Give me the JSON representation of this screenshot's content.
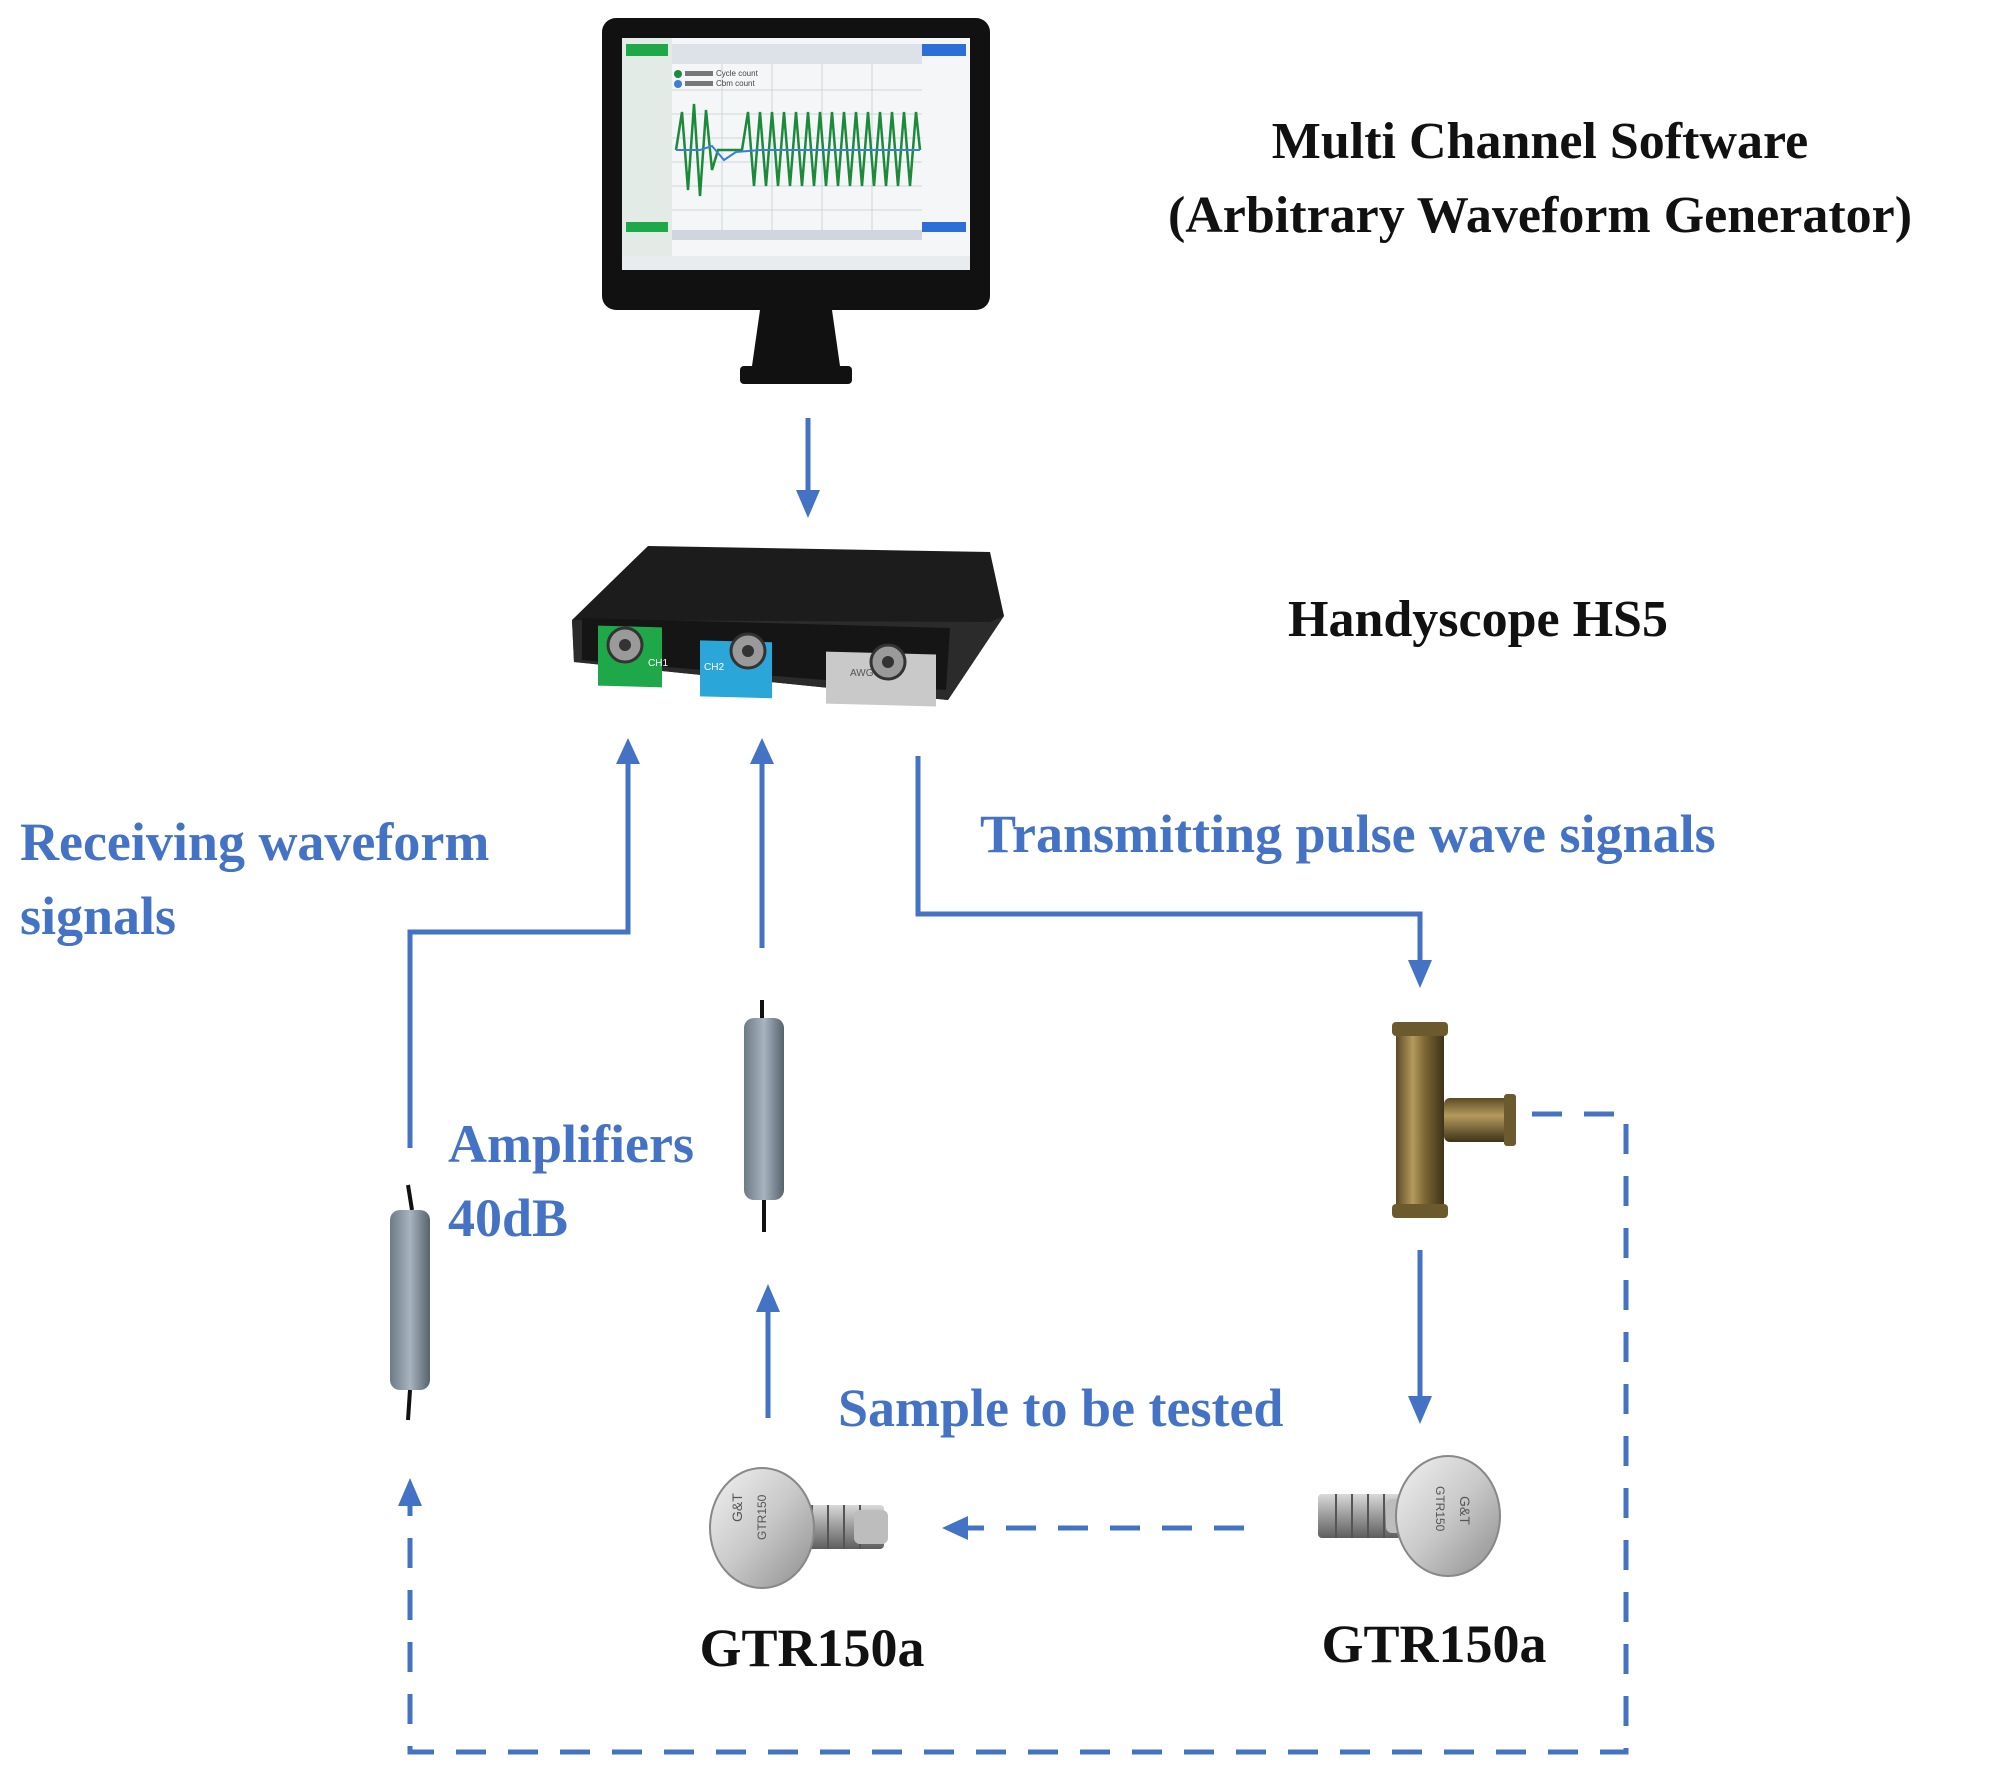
{
  "labels": {
    "software_title": "Multi Channel Software",
    "software_subtitle": "(Arbitrary Waveform Generator)",
    "scope_name": "Handyscope HS5",
    "receiving_line1": "Receiving waveform",
    "receiving_line2": "signals",
    "transmitting": "Transmitting pulse wave signals",
    "amplifiers_line1": "Amplifiers",
    "amplifiers_line2": "40dB",
    "sample": "Sample to be tested",
    "sensor_left": "GTR150a",
    "sensor_right": "GTR150a"
  },
  "device_markings": {
    "scope_ch1": "CH1",
    "scope_ch2": "CH2",
    "scope_awg": "AWG",
    "sensor_brand": "G&T",
    "sensor_model": "GTR150",
    "screen_legend_1": "Cycle count",
    "screen_legend_2": "Cbm count"
  },
  "colors": {
    "label_black": "#111111",
    "flow_blue": "#4472c4",
    "channel_green": "#1fa84a",
    "channel_cyan": "#2aa7d8",
    "waveform_green": "#1b8a3a",
    "waveform_blue": "#3a7fd5"
  },
  "icons": {
    "monitor": "monitor-icon",
    "scope": "oscilloscope-icon",
    "amplifier": "amplifier-icon",
    "tee": "tee-connector-icon",
    "sensor": "acoustic-sensor-icon"
  }
}
